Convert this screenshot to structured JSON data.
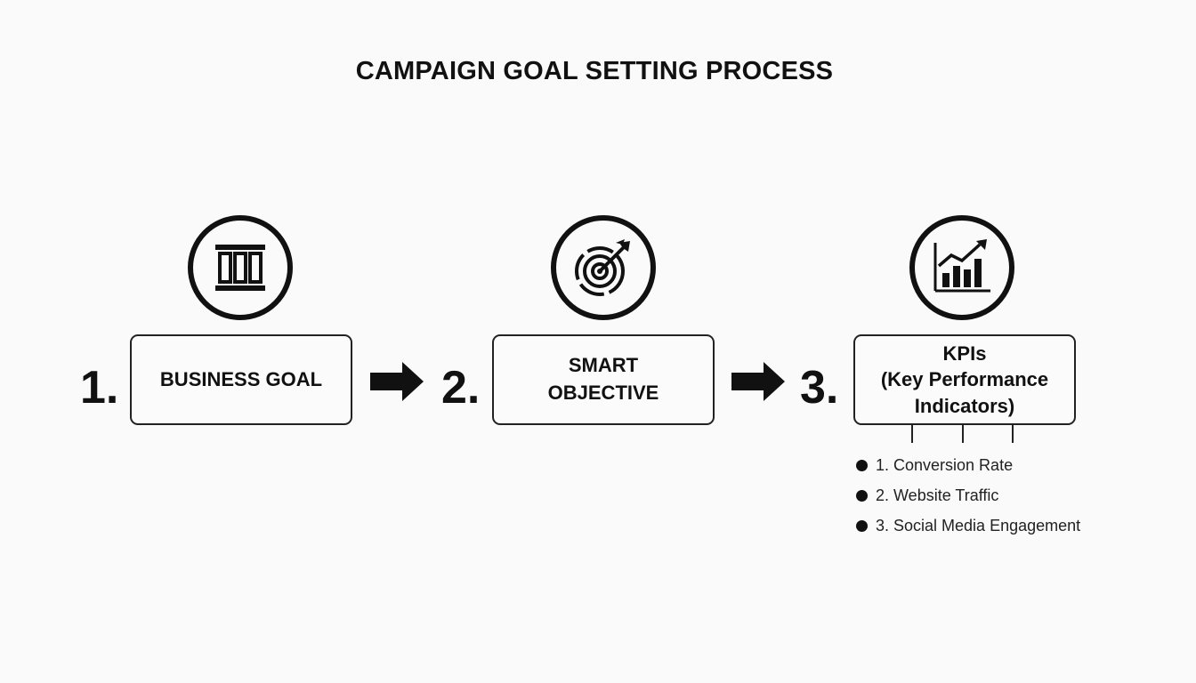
{
  "title": "CAMPAIGN GOAL SETTING PROCESS",
  "steps": [
    {
      "number": "1.",
      "label": "BUSINESS GOAL",
      "icon": "pillars-icon"
    },
    {
      "number": "2.",
      "label": "SMART OBJECTIVE",
      "icon": "target-arrow-icon"
    },
    {
      "number": "3.",
      "label": "KPIs (Key Performance Indicators)",
      "icon": "bar-chart-growth-icon"
    }
  ],
  "step2_lines": [
    "SMART",
    "OBJECTIVE"
  ],
  "step3_lines": [
    "KPIs",
    "(Key Performance",
    "Indicators)"
  ],
  "kpis": [
    "1. Conversion Rate",
    "2. Website Traffic",
    "3. Social Media Engagement"
  ],
  "colors": {
    "background": "#fafafa",
    "ink": "#111111"
  }
}
